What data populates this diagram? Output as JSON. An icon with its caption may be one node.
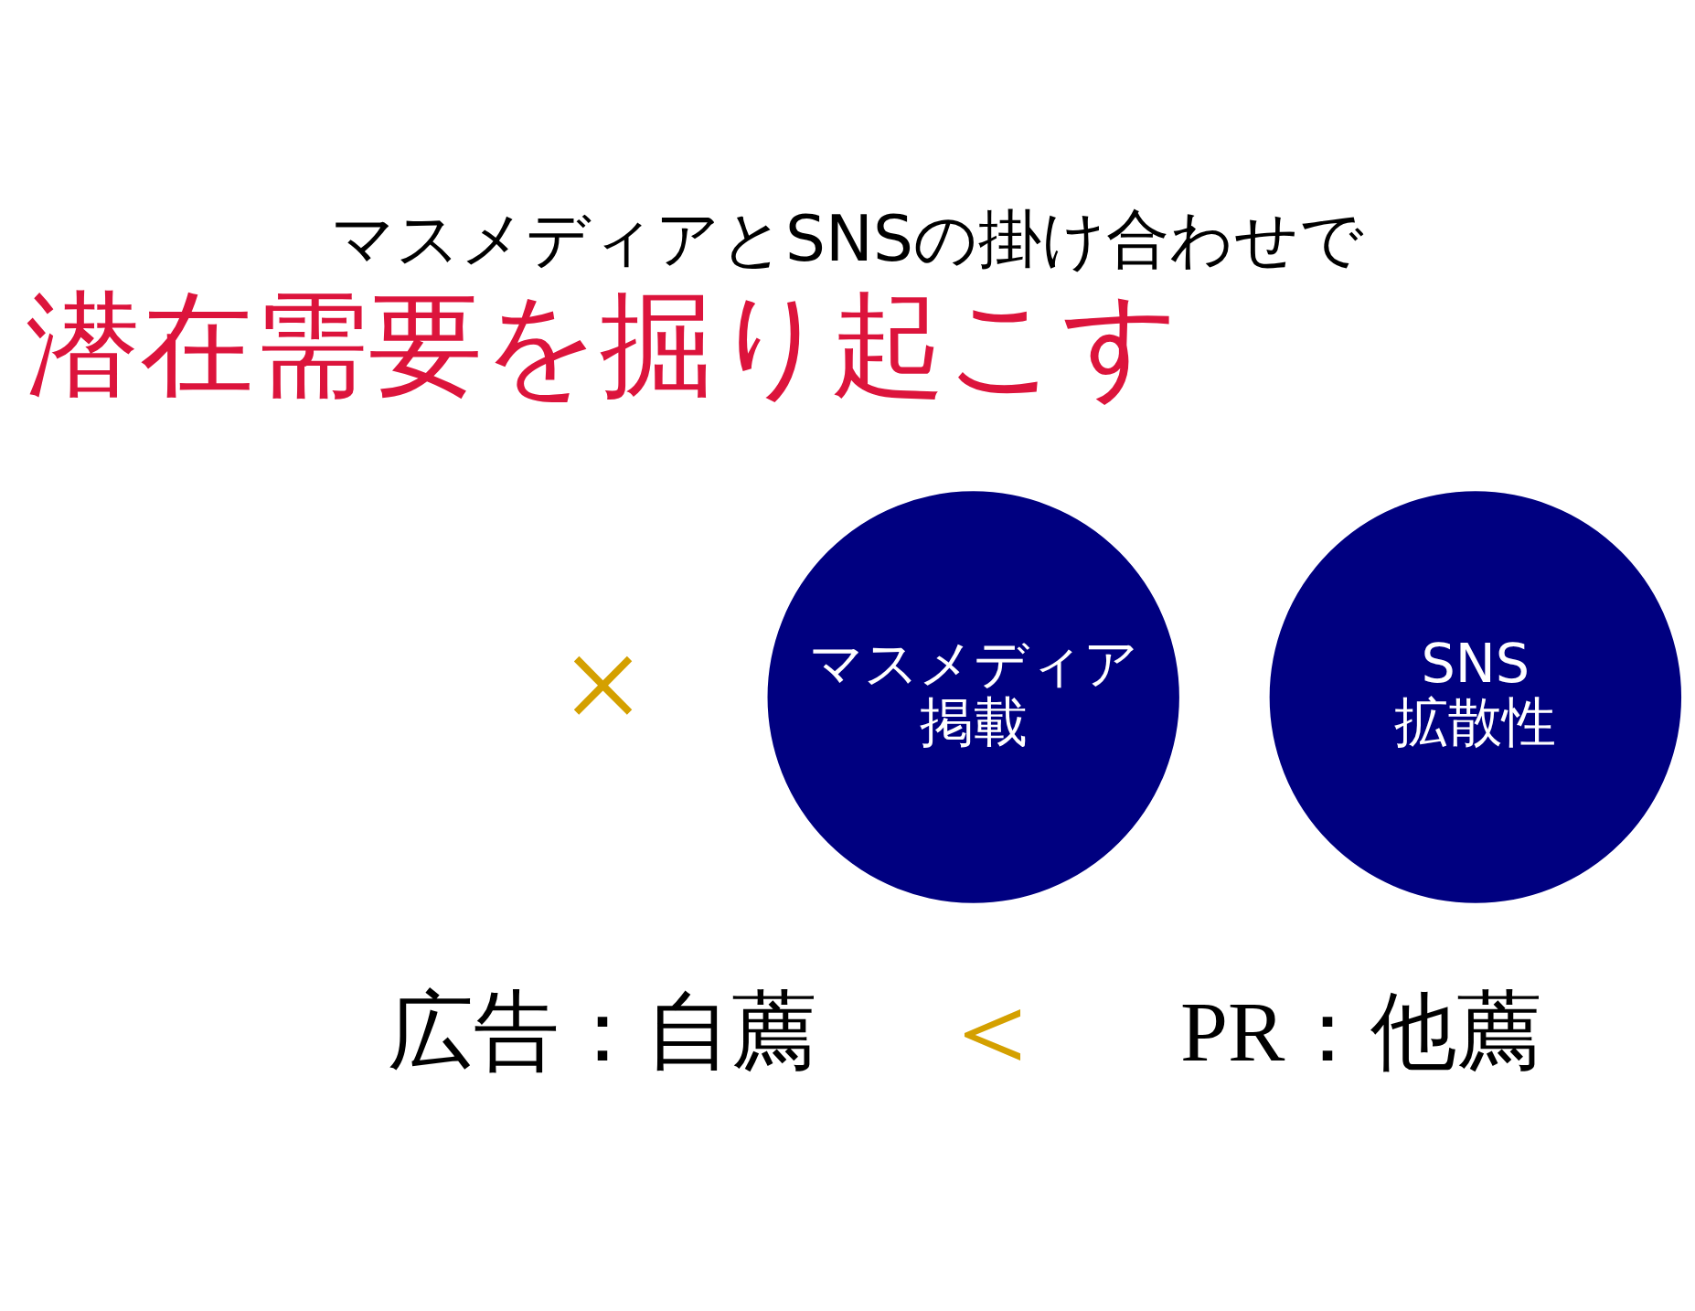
{
  "diagram": {
    "title": "マスメディアとSNSの掛け合わせで",
    "nodes": [
      {
        "text": [
          "マスメディア",
          "掲載"
        ]
      },
      {
        "text": [
          "SNS",
          "拡散性"
        ]
      }
    ],
    "edges": [],
    "labels": [
      "潜在需要を掘り起こす",
      "×",
      "広告：自薦",
      "＜",
      "PR：他薦"
    ]
  }
}
